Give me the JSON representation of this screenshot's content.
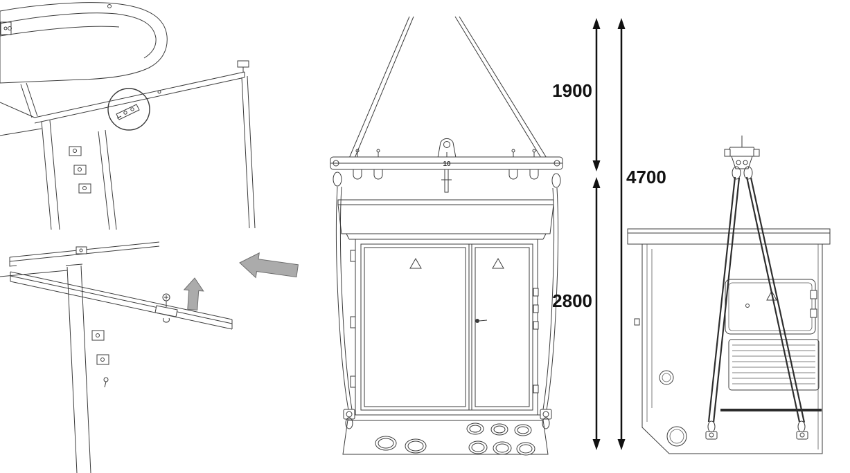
{
  "figure": {
    "labels": {
      "sling_height": "1900",
      "total_height": "4700",
      "body_height": "2800",
      "beam_marking": "10"
    },
    "colors": {
      "background": "#ffffff",
      "line": "#3b3b3b",
      "dimension": "#111111",
      "arrow_fill": "#ababab",
      "arrow_stroke": "#6e6e6e"
    }
  }
}
